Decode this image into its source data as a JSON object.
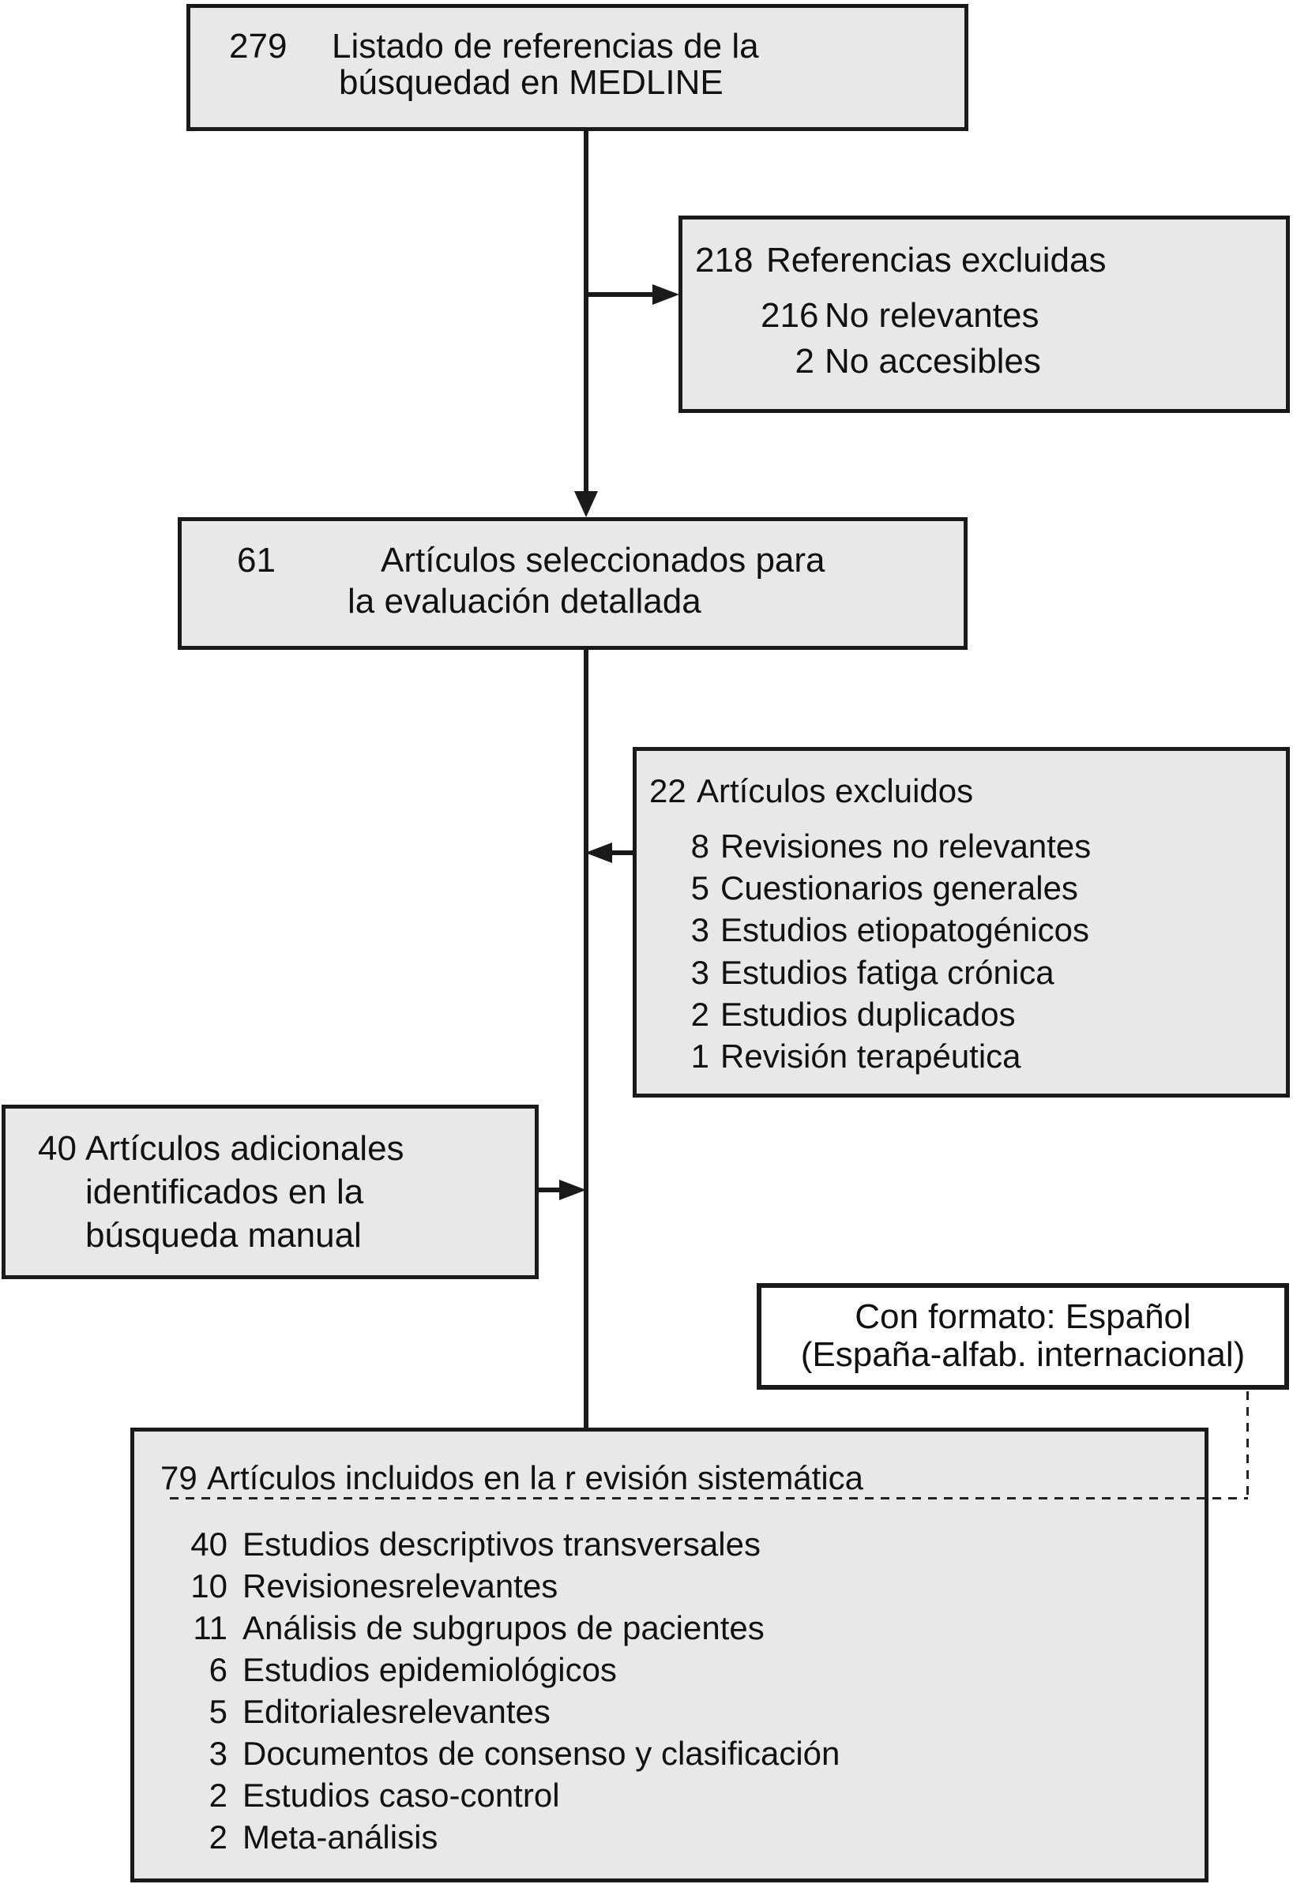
{
  "diagram": {
    "type": "flow-diagram",
    "language": "es",
    "description_visible": false
  },
  "colors": {
    "box_fill": "#e8e8e8",
    "annotation_fill": "#ffffff",
    "line": "#1a1a1a",
    "background": "#ffffff"
  },
  "boxes": {
    "medline": {
      "num": "279",
      "lines": [
        "Listado de referencias de la",
        "búsquedad en MEDLINE"
      ]
    },
    "excluded_refs": {
      "num": "218",
      "title": "Referencias excluidas",
      "sub": [
        {
          "num": "216",
          "text": "No relevantes"
        },
        {
          "num": "2",
          "text": "No accesibles"
        }
      ]
    },
    "selected": {
      "num": "61",
      "lines": [
        "Artículos seleccionados para",
        "la evaluación detallada"
      ]
    },
    "excluded_articles": {
      "num": "22",
      "title": "Artículos excluidos",
      "sub": [
        {
          "num": "8",
          "text": "Revisiones no relevantes"
        },
        {
          "num": "5",
          "text": "Cuestionarios generales"
        },
        {
          "num": "3",
          "text": "Estudios etiopatogénicos"
        },
        {
          "num": "3",
          "text": "Estudios fatiga crónica"
        },
        {
          "num": "2",
          "text": "Estudios duplicados"
        },
        {
          "num": "1",
          "text": "Revisión terapéutica"
        }
      ]
    },
    "manual_search": {
      "num": "40",
      "lines": [
        "Artículos adicionales",
        "identificados en la",
        "búsqueda manual"
      ]
    },
    "format_comment": {
      "lines": [
        "Con formato: Español",
        "(España-alfab. internacional)"
      ]
    },
    "included": {
      "num": "79",
      "title": "Artículos incluidos en la r evisión sistemática",
      "sub": [
        {
          "num": "40",
          "text": "Estudios descriptivos transversales"
        },
        {
          "num": "10",
          "text": "Revisionesrelevantes"
        },
        {
          "num": "11",
          "text": "Análisis de subgrupos de pacientes"
        },
        {
          "num": "6",
          "text": "Estudios epidemiológicos"
        },
        {
          "num": "5",
          "text": "Editorialesrelevantes"
        },
        {
          "num": "3",
          "text": "Documentos de consenso y clasificación"
        },
        {
          "num": "2",
          "text": "Estudios caso-control"
        },
        {
          "num": "2",
          "text": "Meta-análisis"
        }
      ]
    }
  }
}
